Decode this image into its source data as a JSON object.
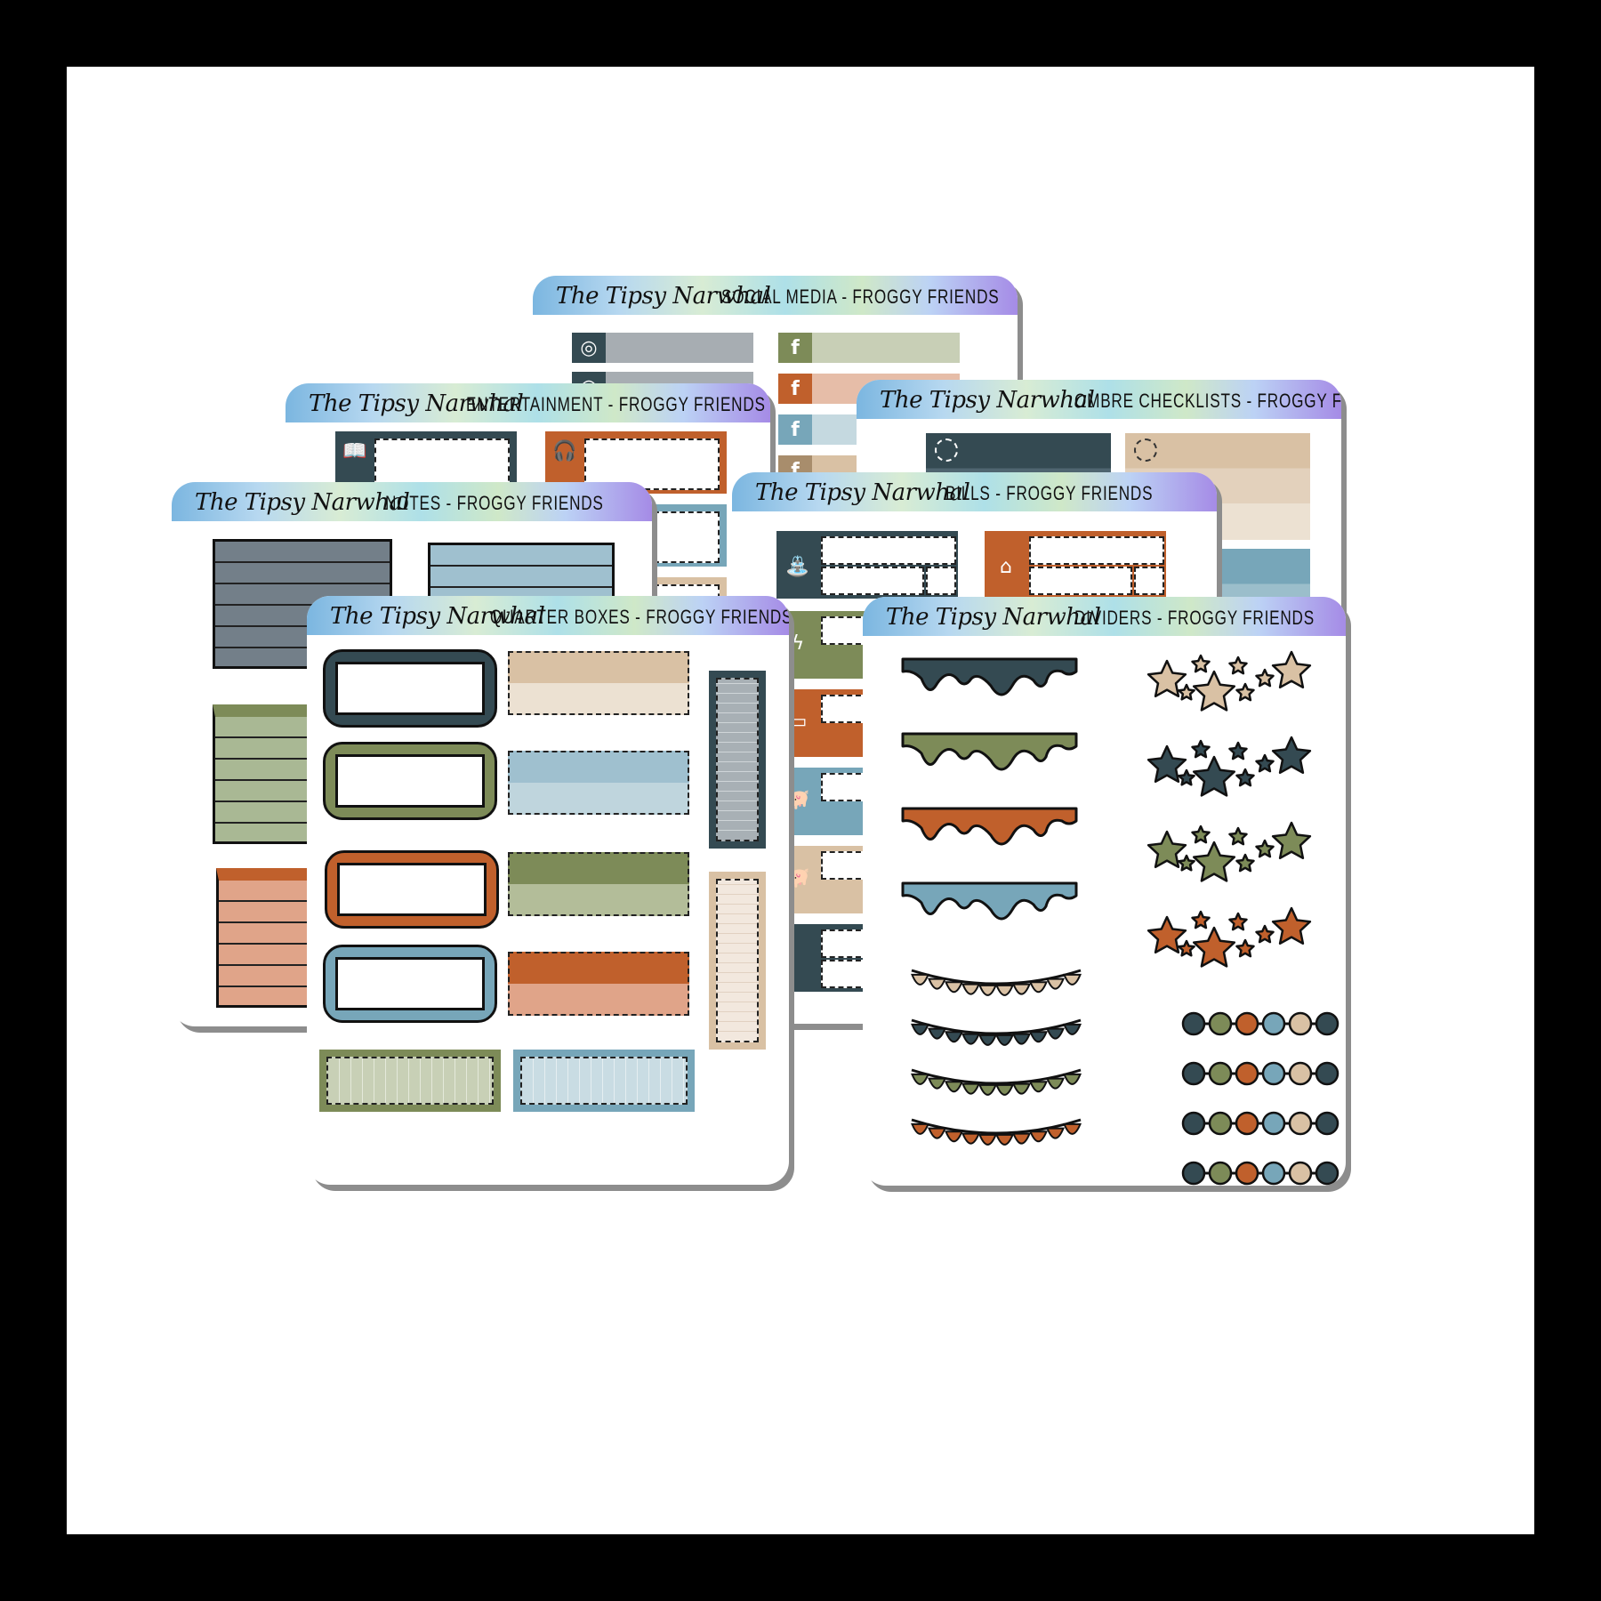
{
  "brand": "The Tipsy Narwhal",
  "sheets": {
    "social_media": "SOCIAL MEDIA - FROGGY FRIENDS",
    "entertainment": "ENTERTAINMENT - FROGGY FRIENDS",
    "ombre_checklists": "OMBRE CHECKLISTS - FROGGY FRIENDS",
    "notes": "NOTES - FROGGY FRIENDS",
    "bills": "BILLS - FROGGY FRIENDS",
    "quarter_boxes": "QUARTER BOXES - FROGGY FRIENDS",
    "dividers": "DIVIDERS - FROGGY FRIENDS"
  },
  "colors": {
    "charcoal": "#344a52",
    "slate": "#717e88",
    "sage": "#7d8b58",
    "light_sage": "#b3bd99",
    "rust": "#c0602c",
    "peach": "#e0a489",
    "steel_blue": "#77a6b9",
    "pale_blue": "#bfd5dd",
    "tan": "#d9c1a4",
    "cream": "#ece1d2"
  },
  "icons": [
    "instagram-icon",
    "facebook-icon",
    "book-icon",
    "headphones-icon",
    "faucet-icon",
    "house-icon",
    "lightning-icon",
    "credit-card-icon",
    "piggy-bank-icon"
  ]
}
